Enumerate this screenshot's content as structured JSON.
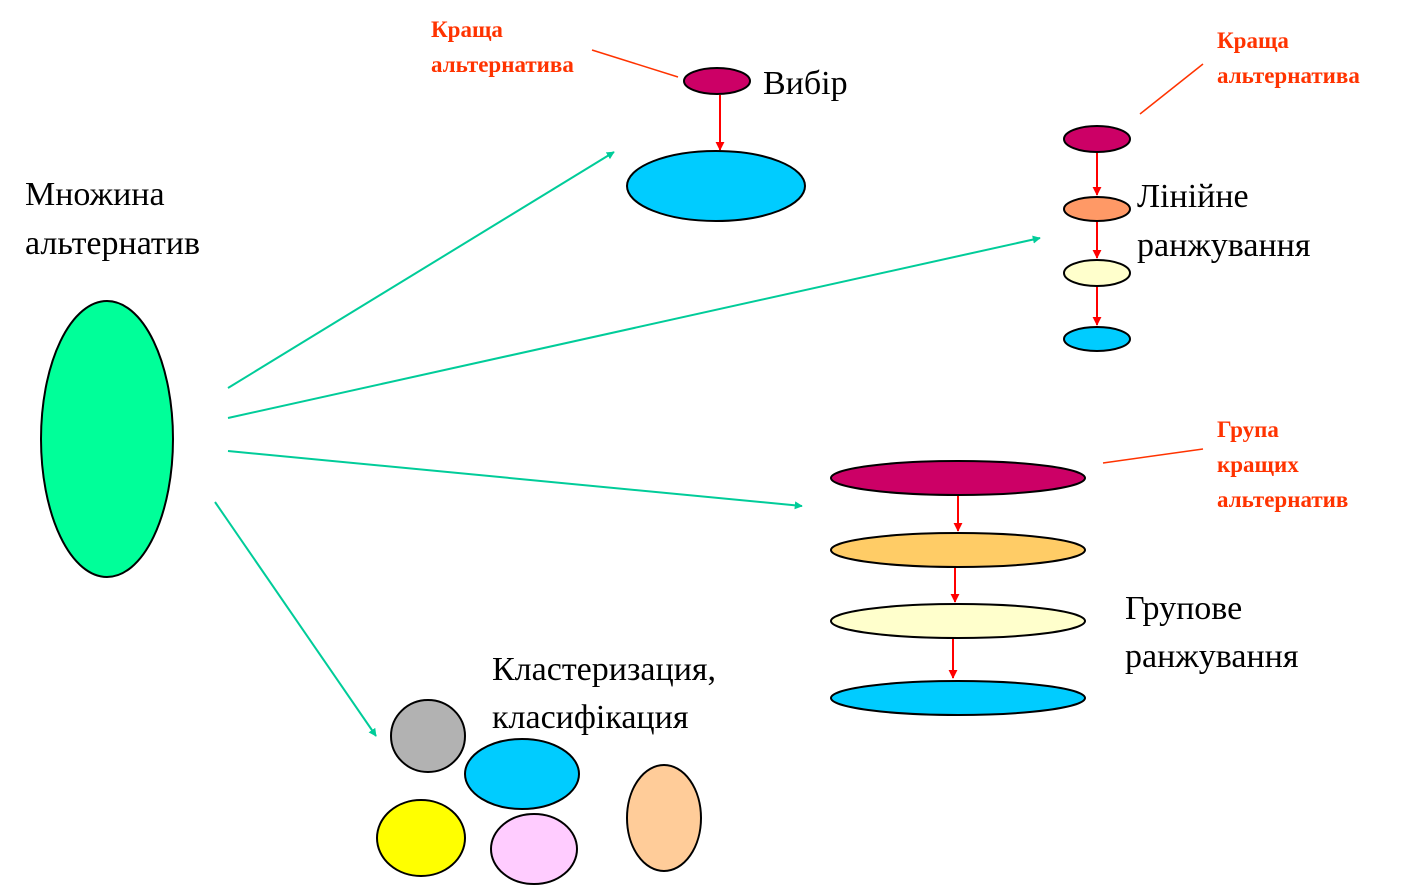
{
  "labels": {
    "set_line1": "Множина",
    "set_line2": "альтернатив",
    "choice": "Вибір",
    "linear_line1": "Лінійне",
    "linear_line2": "ранжування",
    "group_line1": "Групове",
    "group_line2": "ранжування",
    "cluster_line1": "Кластеризация,",
    "cluster_line2": "класифікация"
  },
  "annotations": {
    "best_choice_line1": "Краща",
    "best_choice_line2": "альтернатива",
    "best_linear_line1": "Краща",
    "best_linear_line2": "альтернатива",
    "best_group_line1": "Група",
    "best_group_line2": "кращих",
    "best_group_line3": "альтернатив"
  },
  "colors": {
    "green": "#00ff99",
    "crimson": "#cc0066",
    "cyan": "#00ccff",
    "salmon": "#ff9966",
    "cream": "#ffffcc",
    "orange": "#ffcc66",
    "gray": "#b2b2b2",
    "yellow": "#ffff00",
    "pink": "#ffccff",
    "peach": "#ffcc99",
    "teal_arrow": "#00cc99",
    "red_arrow": "#ff0000",
    "note_red": "#ff3300"
  }
}
